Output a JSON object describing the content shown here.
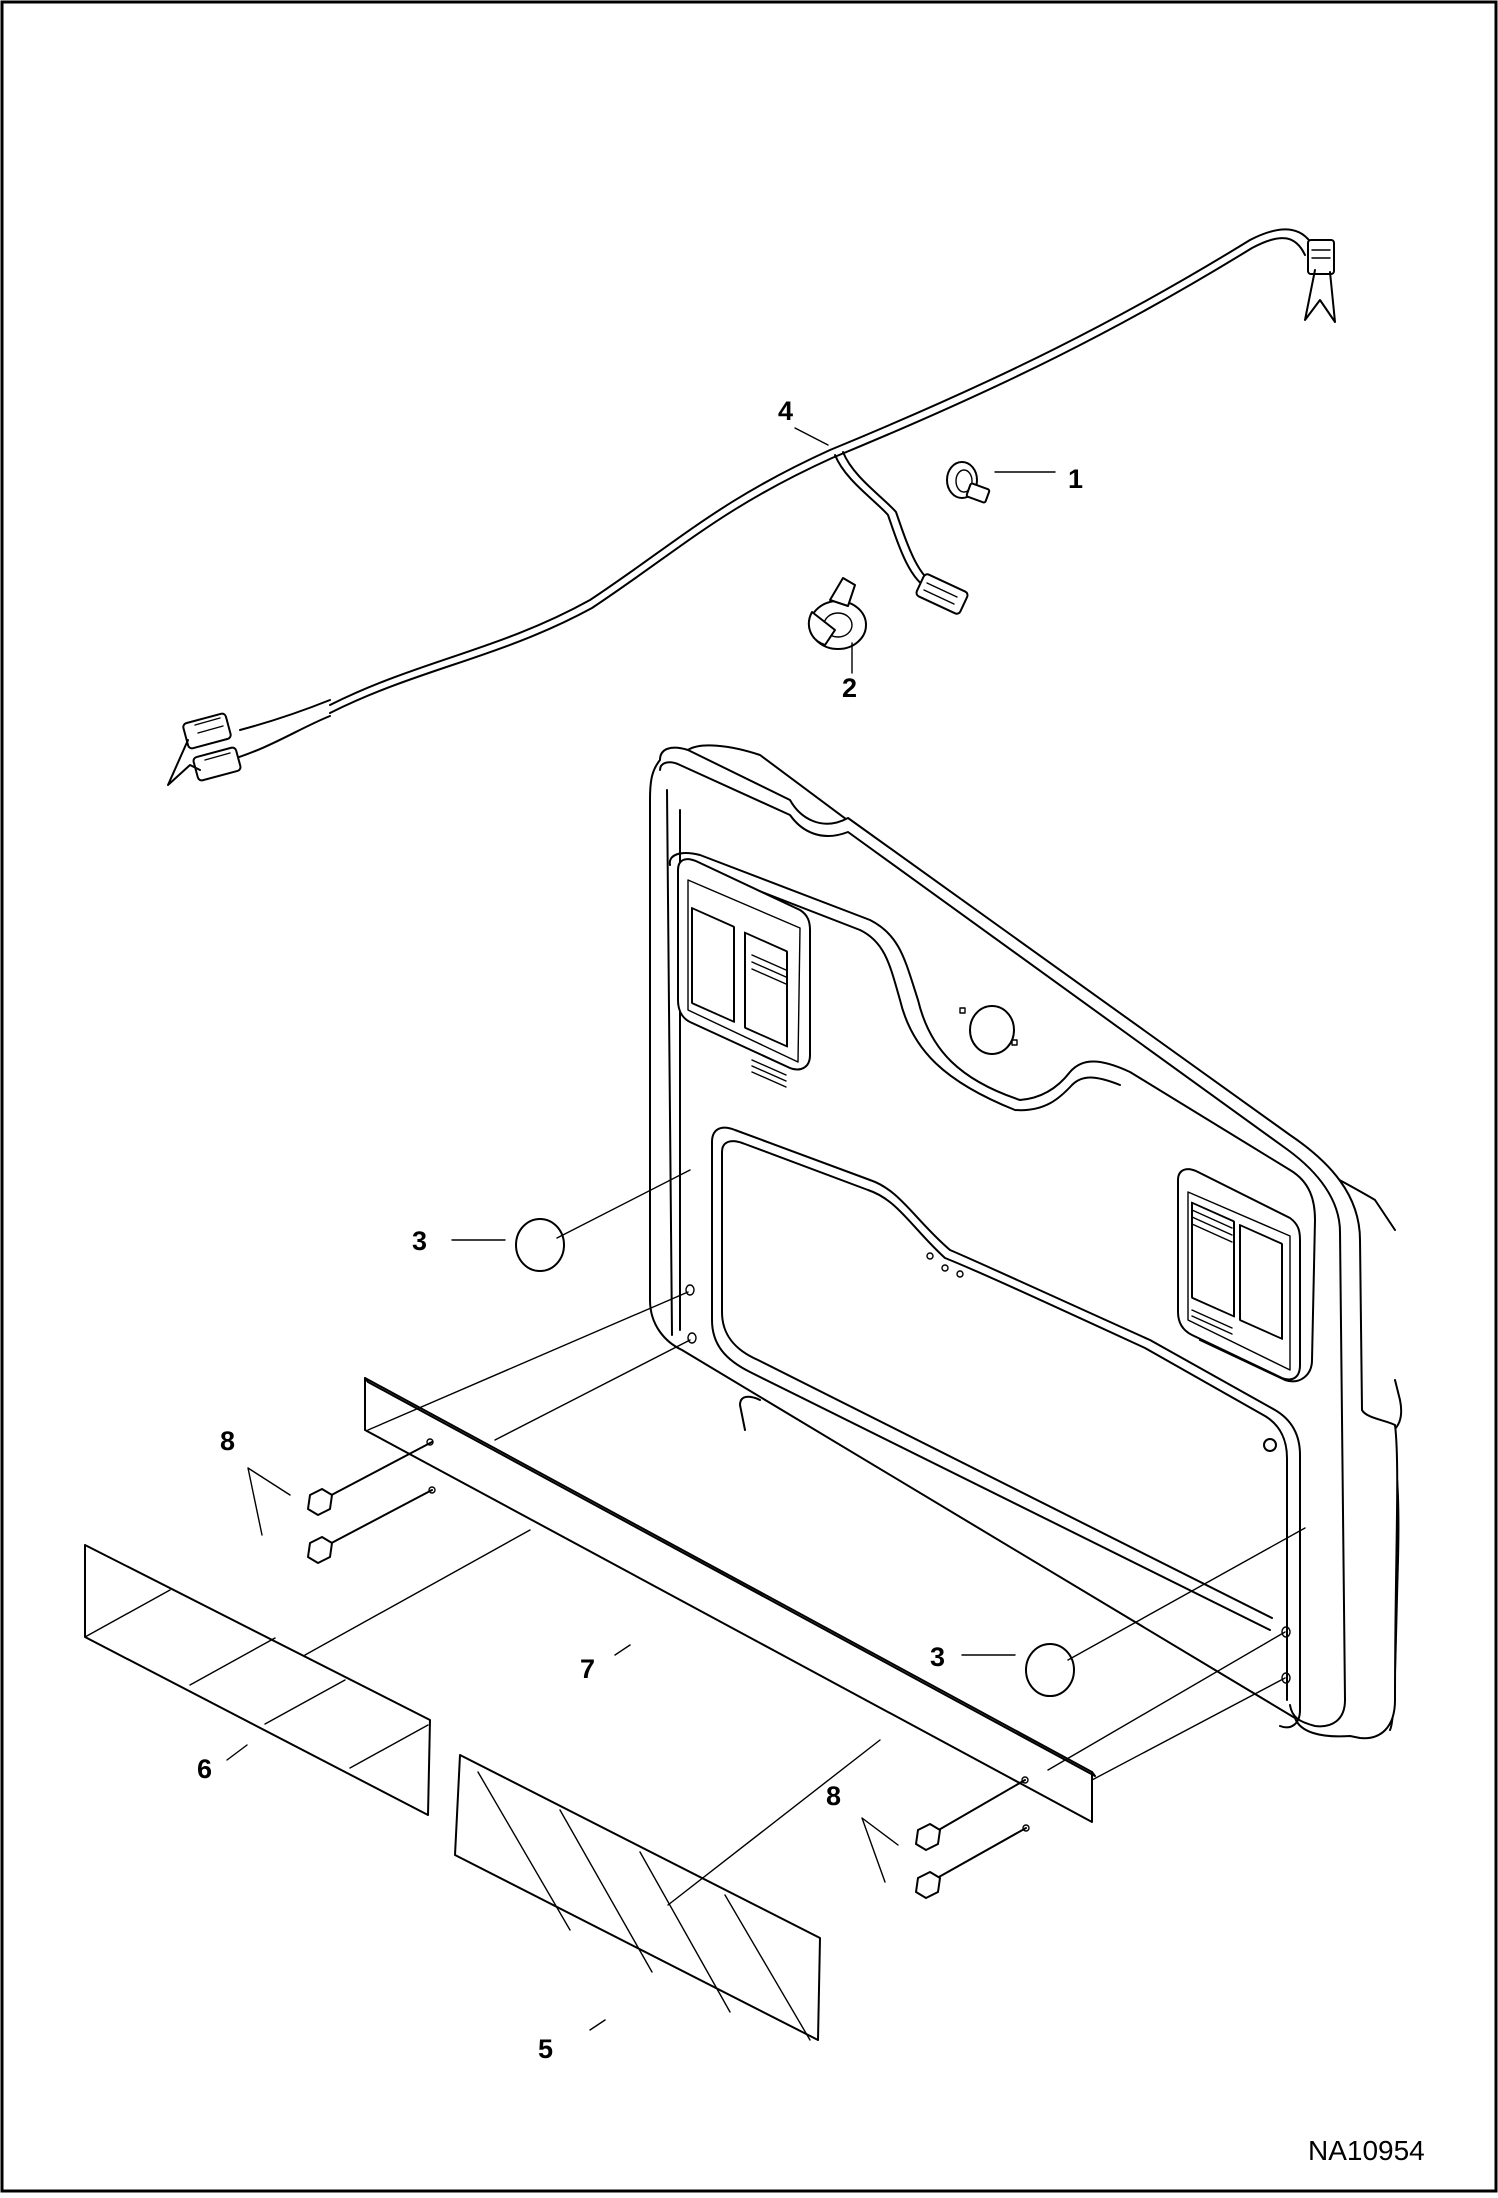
{
  "figure_id": "NA10954",
  "callouts": [
    {
      "id": "c1",
      "label": "1"
    },
    {
      "id": "c2",
      "label": "2"
    },
    {
      "id": "c3a",
      "label": "3"
    },
    {
      "id": "c3b",
      "label": "3"
    },
    {
      "id": "c4",
      "label": "4"
    },
    {
      "id": "c5",
      "label": "5"
    },
    {
      "id": "c6",
      "label": "6"
    },
    {
      "id": "c7",
      "label": "7"
    },
    {
      "id": "c8a",
      "label": "8"
    },
    {
      "id": "c8b",
      "label": "8"
    }
  ]
}
